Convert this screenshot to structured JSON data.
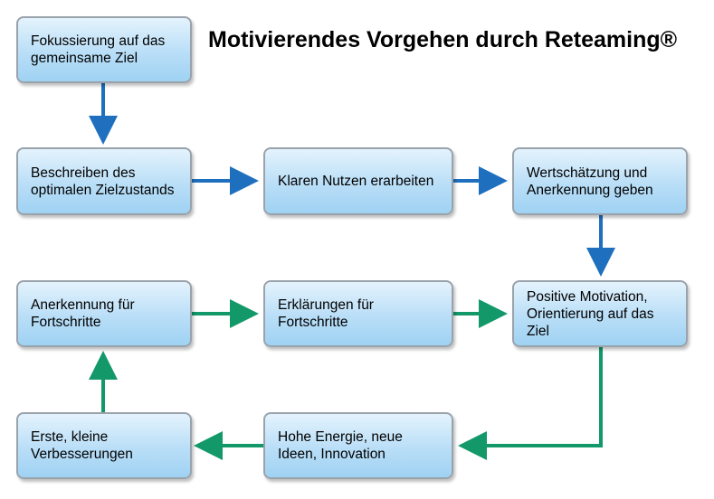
{
  "title": "Motivierendes Vorgehen durch Reteaming®",
  "colors": {
    "arrow_blue": "#1f6fbf",
    "arrow_green": "#13986a",
    "box_fill": "#b9def7"
  },
  "steps": {
    "fokus": "Fokussierung auf das gemeinsame Ziel",
    "beschreiben": "Beschreiben des optimalen Zielzustands",
    "nutzen": "Klaren Nutzen erarbeiten",
    "wertschaetzung": "Wertschätzung und Anerkennung geben",
    "motivation": "Positive Motivation, Orientierung auf das Ziel",
    "energie": "Hohe Energie, neue Ideen, Innovation",
    "verbesserungen": "Erste, kleine Verbesserungen",
    "anerkennung": "Anerkennung für Fortschritte",
    "erklaerungen": "Erklärungen für Fortschritte"
  }
}
